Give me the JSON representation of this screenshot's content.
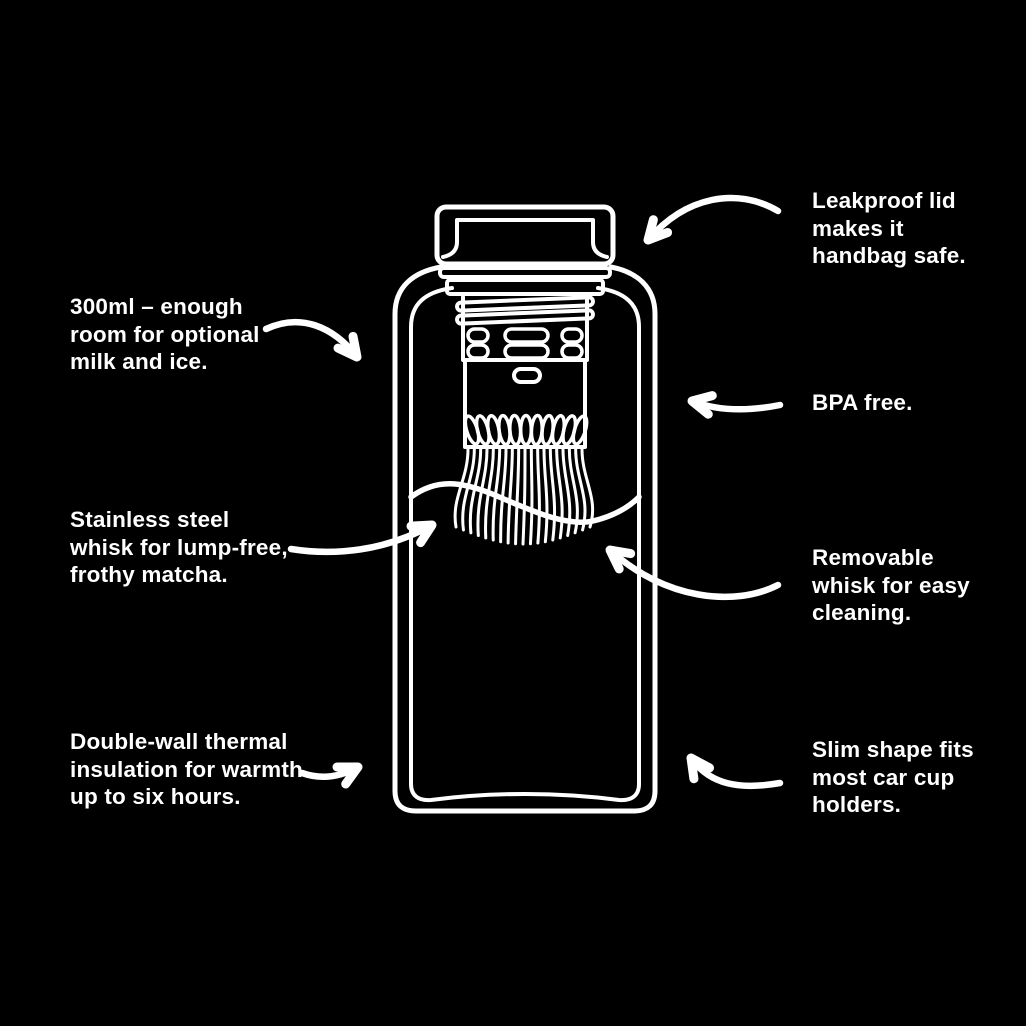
{
  "canvas": {
    "background": "#000000",
    "ink": "#ffffff"
  },
  "illustration": {
    "icon": "matcha-bottle-line-art"
  },
  "labels": {
    "capacity": {
      "side": "left",
      "text": "300ml – enough\nroom for optional\nmilk and ice."
    },
    "whisk": {
      "side": "left",
      "text": "Stainless steel\nwhisk for lump-free,\nfrothy matcha."
    },
    "insulation": {
      "side": "left",
      "text": "Double-wall thermal\ninsulation for warmth\nup to six hours."
    },
    "lid": {
      "side": "right",
      "text": "Leakproof lid\nmakes it\nhandbag safe."
    },
    "bpa": {
      "side": "right",
      "text": "BPA free."
    },
    "removable": {
      "side": "right",
      "text": "Removable\nwhisk for easy\ncleaning."
    },
    "slim": {
      "side": "right",
      "text": "Slim shape fits\nmost car cup\nholders."
    }
  }
}
